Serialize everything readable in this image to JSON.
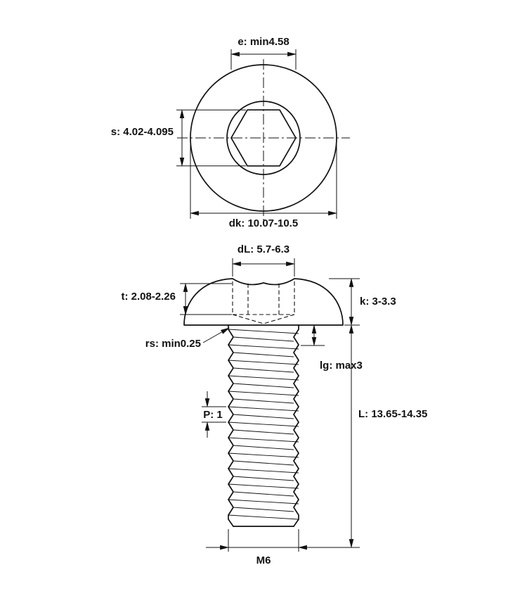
{
  "page": {
    "background": "#ffffff",
    "line_color": "#111111"
  },
  "drawing": {
    "type": "technical-drawing",
    "subject": "button head socket screw",
    "labels": {
      "e": "e: min4.58",
      "s": "s: 4.02-4.095",
      "dk": "dk: 10.07-10.5",
      "dL": "dL: 5.7-6.3",
      "t": "t: 2.08-2.26",
      "k": "k: 3-3.3",
      "rs": "rs: min0.25",
      "lg": "lg: max3",
      "P": "P: 1",
      "L": "L: 13.65-14.35",
      "M": "M6"
    }
  }
}
